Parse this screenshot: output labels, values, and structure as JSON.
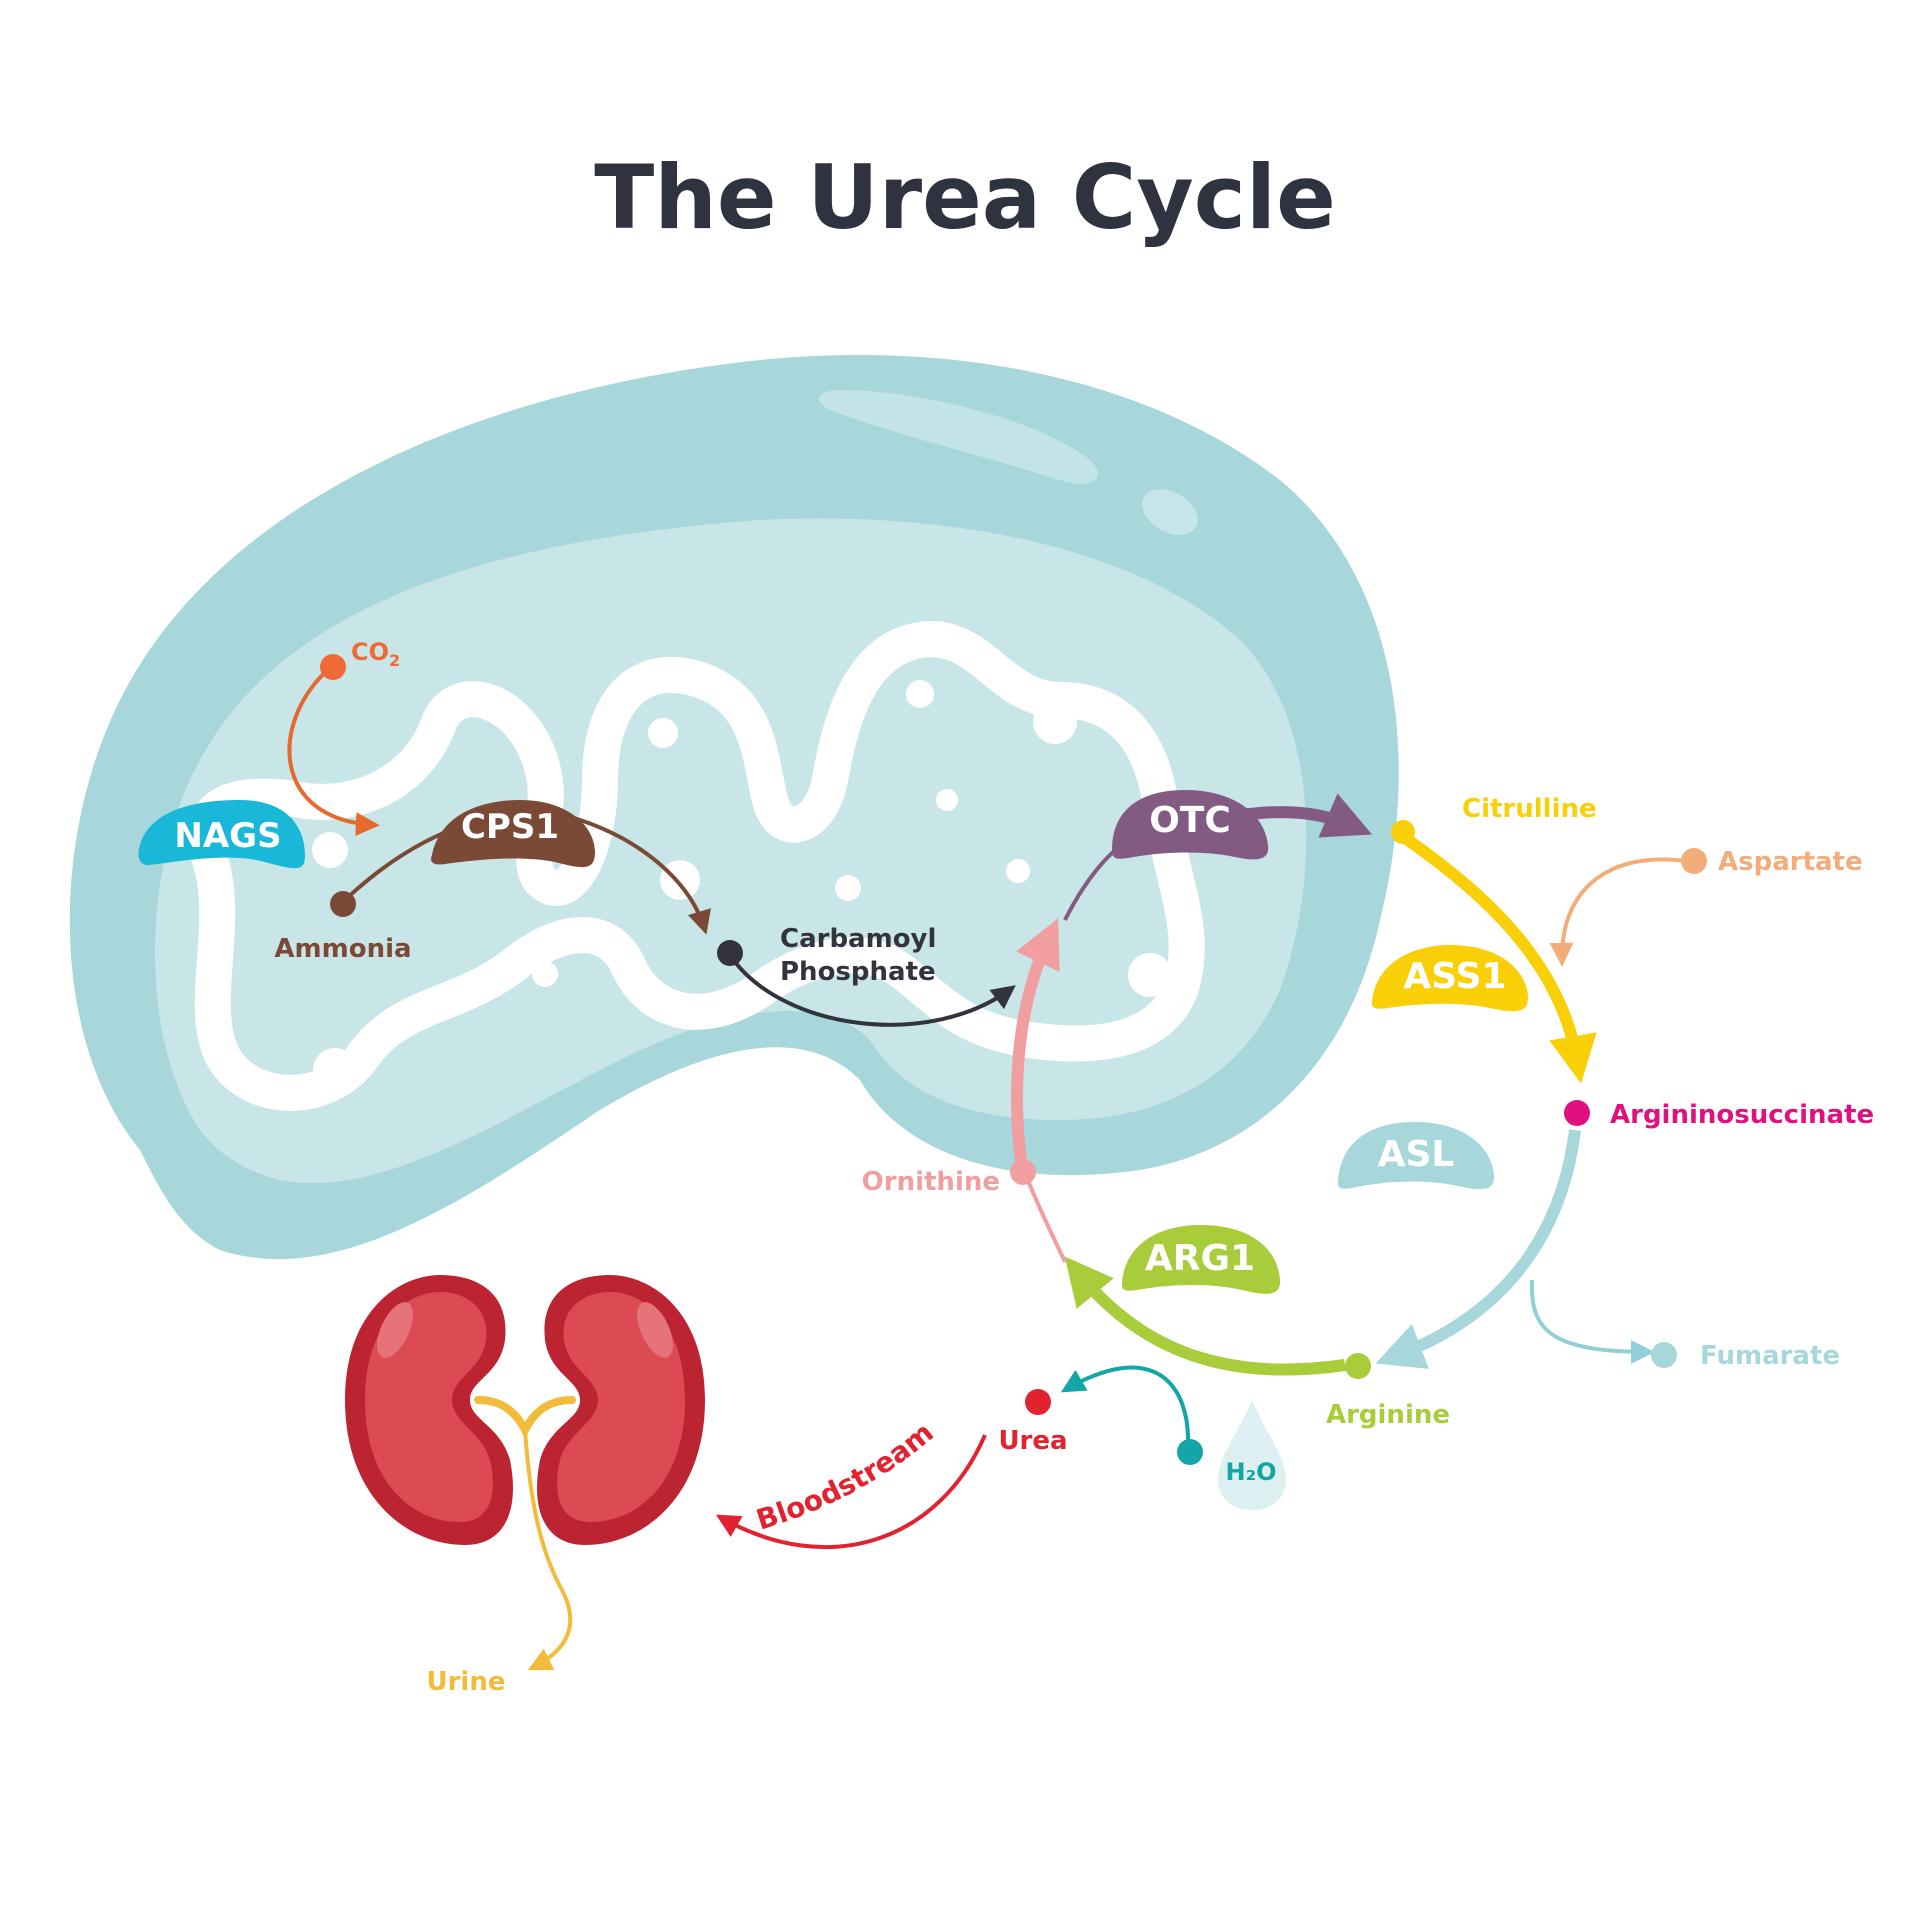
{
  "title": "The Urea Cycle",
  "enzymes": {
    "nags": "NAGS",
    "cps1": "CPS1",
    "otc": "OTC",
    "ass1": "ASS1",
    "asl": "ASL",
    "arg1": "ARG1"
  },
  "metabolites": {
    "co2_main": "CO",
    "co2_sub": "2",
    "ammonia": "Ammonia",
    "carbamoyl_line1": "Carbamoyl",
    "carbamoyl_line2": "Phosphate",
    "citrulline": "Citrulline",
    "aspartate": "Aspartate",
    "argininosuccinate": "Argininosuccinate",
    "fumarate": "Fumarate",
    "arginine": "Arginine",
    "ornithine": "Ornithine",
    "urea": "Urea",
    "water": "H₂O",
    "bloodstream": "Bloodstream",
    "urine": "Urine"
  },
  "colors": {
    "mito_outer": "#a7d7da",
    "mito_inner": "#c8e6e8",
    "nags": "#1ab8d8",
    "cps1": "#7b4a36",
    "otc": "#835a82",
    "ass1": "#f9cf07",
    "asl": "#a7d7da",
    "arg1": "#a8cc3a",
    "co2": "#ef6a36",
    "carbamoyl": "#33333d",
    "ornithine": "#f09ea0",
    "argininosuccinate": "#e0117f",
    "aspartate": "#f2ad7b",
    "urea": "#e2232f",
    "water": "#14a5a6",
    "urine": "#f2bb3a",
    "kidney": "#bd2431"
  }
}
